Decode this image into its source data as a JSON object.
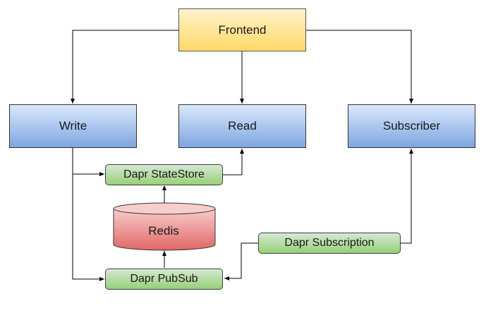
{
  "nodes": {
    "frontend": "Frontend",
    "write": "Write",
    "read": "Read",
    "subscriber": "Subscriber",
    "statestore": "Dapr StateStore",
    "redis": "Redis",
    "pubsub": "Dapr PubSub",
    "subscription": "Dapr Subscription"
  },
  "colors": {
    "frontend": "#ffd966",
    "service": "#7ea6e0",
    "dapr": "#97d077",
    "redis": "#e06666",
    "edge": "#000000"
  }
}
